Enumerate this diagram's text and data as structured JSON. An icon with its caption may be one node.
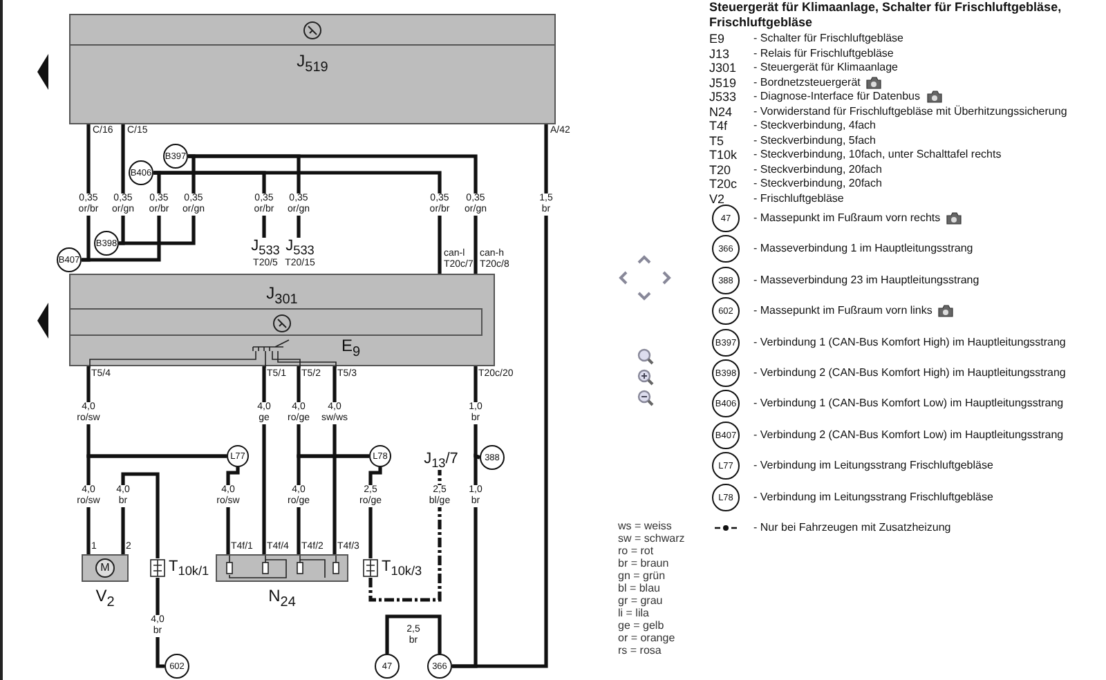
{
  "diagram": {
    "title": "Steuergerät für Klimaanlage, Schalter für Frischluftgebläse, Frischluftgebläse",
    "nodes": [
      {
        "text": [
          "J$_{519}$"
        ]
      },
      {
        "text": [
          "J$_{301}$"
        ]
      },
      {
        "text": [
          "E$_{9}$"
        ],
        "in": 1
      },
      {
        "text": [
          "B397"
        ]
      },
      {
        "text": [
          "B406"
        ]
      },
      {
        "text": [
          "B398"
        ]
      },
      {
        "text": [
          "B407"
        ]
      },
      {
        "text": [
          "J$_{533}$",
          "T20/5"
        ]
      },
      {
        "text": [
          "J$_{533}$",
          "T20/15"
        ]
      },
      {
        "text": [
          "L77"
        ]
      },
      {
        "text": [
          "L78"
        ]
      },
      {
        "text": [
          "J$_{13}$/7"
        ]
      },
      {
        "text": [
          "388"
        ]
      },
      {
        "text": [
          "V$_{2}$"
        ]
      },
      {
        "text": [
          "N$_{24}$"
        ]
      },
      {
        "text": [
          "T$_{10k/1}$"
        ]
      },
      {
        "text": [
          "T$_{10k/3}$"
        ]
      },
      {
        "text": [
          "602"
        ]
      },
      {
        "text": [
          "47"
        ]
      },
      {
        "text": [
          "366"
        ]
      },
      {
        "text": [
          "47"
        ],
        "beside": [
          "- Massepunkt im Fußraum vorn rechts"
        ]
      },
      {
        "text": [
          "366"
        ],
        "beside": [
          "- Masseverbindung 1 im Hauptleitungsstrang"
        ]
      },
      {
        "text": [
          "388"
        ],
        "beside": [
          "- Masseverbindung 23 im Hauptleitungsstrang"
        ]
      },
      {
        "text": [
          "602"
        ],
        "beside": [
          "- Massepunkt im Fußraum vorn links"
        ]
      },
      {
        "text": [
          "B397"
        ],
        "beside": [
          "- Verbindung 1 (CAN-Bus Komfort High) im Hauptleitungsstrang"
        ]
      },
      {
        "text": [
          "B398"
        ],
        "beside": [
          "- Verbindung 2 (CAN-Bus Komfort High) im Hauptleitungsstrang"
        ]
      },
      {
        "text": [
          "B406"
        ],
        "beside": [
          "- Verbindung 1 (CAN-Bus Komfort Low) im Hauptleitungsstrang"
        ]
      },
      {
        "text": [
          "B407"
        ],
        "beside": [
          "- Verbindung 2 (CAN-Bus Komfort Low) im Hauptleitungsstrang"
        ]
      },
      {
        "text": [
          "L77"
        ],
        "beside": [
          "- Verbindung im Leitungsstrang Frischluftgebläse"
        ]
      },
      {
        "text": [
          "L78"
        ],
        "beside": [
          "- Verbindung im Leitungsstrang Frischluftgebläse"
        ]
      }
    ],
    "edges": [
      {
        "from": 0,
        "to": 6,
        "arrow": "none",
        "label": "0,35 or/br"
      },
      {
        "from": 0,
        "to": 5,
        "arrow": "none",
        "label": "0,35 or/gn"
      },
      {
        "from": 4,
        "to": 6,
        "arrow": "none",
        "label": "0,35 or/br"
      },
      {
        "from": 3,
        "to": 5,
        "arrow": "none",
        "label": "0,35 or/gn"
      },
      {
        "from": 4,
        "to": 7,
        "arrow": "none",
        "label": "0,35 or/br"
      },
      {
        "from": 3,
        "to": 8,
        "arrow": "none",
        "label": "0,35 or/gn"
      },
      {
        "from": 4,
        "to": 1,
        "arrow": "none",
        "label": "0,35 or/br"
      },
      {
        "from": 3,
        "to": 1,
        "arrow": "none",
        "label": "0,35 or/gn"
      },
      {
        "from": 0,
        "to": 19,
        "arrow": "none",
        "label": "1,5 br"
      },
      {
        "from": 2,
        "to": 9,
        "arrow": "none",
        "label": "4,0 ro/sw"
      },
      {
        "from": 9,
        "to": 13,
        "arrow": "none",
        "label": "4,0 ro/sw"
      },
      {
        "from": 9,
        "to": 14,
        "arrow": "none",
        "label": "4,0 ro/sw"
      },
      {
        "from": 2,
        "to": 14,
        "arrow": "none",
        "label": "4,0 ge"
      },
      {
        "from": 2,
        "to": 10,
        "arrow": "none",
        "label": "4,0 ro/ge"
      },
      {
        "from": 10,
        "to": 14,
        "arrow": "none",
        "label": "4,0 ro/ge"
      },
      {
        "from": 10,
        "to": 16,
        "arrow": "none",
        "label": "2,5 ro/ge"
      },
      {
        "from": 16,
        "to": 11,
        "arrow": "none",
        "label": "2,5 bl/ge",
        "style": "dashed"
      },
      {
        "from": 2,
        "to": 14,
        "arrow": "none",
        "label": "4,0 sw/ws"
      },
      {
        "from": 1,
        "to": 12,
        "arrow": "none",
        "label": "1,0 br"
      },
      {
        "from": 12,
        "to": 19,
        "arrow": "none",
        "label": "1,0 br"
      },
      {
        "from": 13,
        "to": 15,
        "arrow": "none",
        "label": "4,0 br"
      },
      {
        "from": 15,
        "to": 17,
        "arrow": "none",
        "label": "4,0 br"
      },
      {
        "from": 18,
        "to": 19,
        "arrow": "none",
        "label": "2,5 br"
      }
    ],
    "labels": [
      "C/16",
      "C/15",
      "A/42",
      "can-l T20c/7",
      "can-h T20c/8",
      "T5/4",
      "T5/1",
      "T5/2",
      "T5/3",
      "T20c/20",
      "1",
      "2",
      "T4f/1",
      "T4f/4",
      "T4f/2",
      "T4f/3",
      "M",
      "E9",
      "- Schalter für Frischluftgebläse",
      "J13",
      "- Relais für Frischluftgebläse",
      "J301",
      "- Steuergerät für Klimaanlage",
      "J519",
      "- Bordnetzsteuergerät",
      "J533",
      "- Diagnose-Interface für Datenbus",
      "N24",
      "- Vorwiderstand für Frischluftgebläse mit Überhitzungssicherung",
      "T4f",
      "- Steckverbindung, 4fach",
      "T5",
      "- Steckverbindung, 5fach",
      "T10k",
      "- Steckverbindung, 10fach, unter Schalttafel rechts",
      "T20",
      "- Steckverbindung, 20fach",
      "T20c",
      "- Steckverbindung, 20fach",
      "V2",
      "- Frischluftgebläse",
      "ws = weiss",
      "sw = schwarz",
      "ro = rot",
      "br = braun",
      "gn = grün",
      "bl = blau",
      "gr = grau",
      "li = lila",
      "ge = gelb",
      "or = orange",
      "rs = rosa"
    ],
    "legend": [
      {
        "text": "- Nur bei Fahrzeugen mit Zusatzheizung"
      }
    ]
  }
}
